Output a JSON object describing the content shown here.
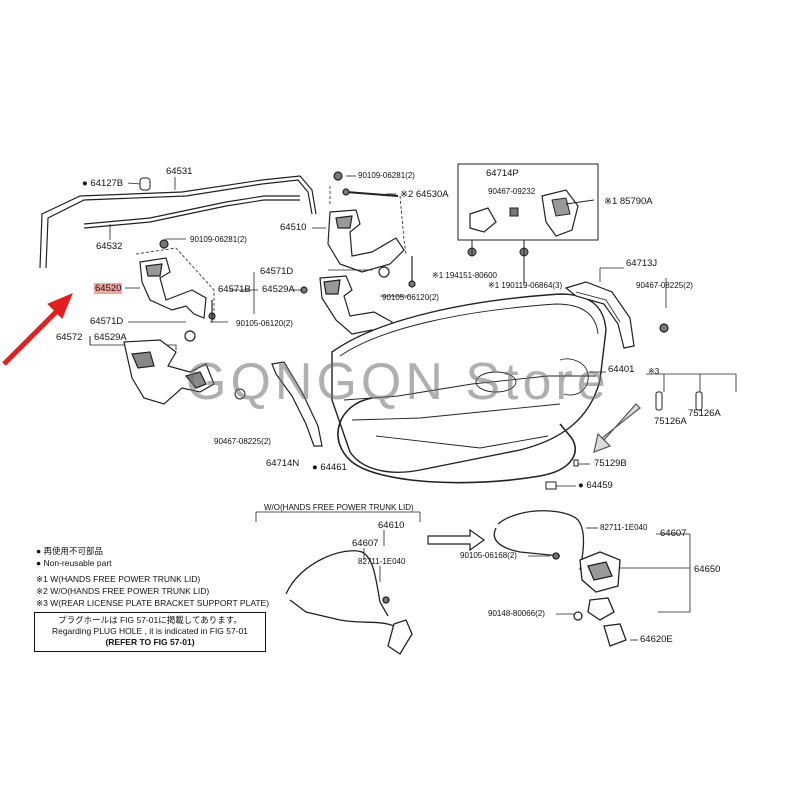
{
  "watermark": "GQNGQN Store",
  "labels": {
    "p64127B": "64127B",
    "p64531": "64531",
    "p64532": "64532",
    "p90109a": "90109-06281(2)",
    "p64520": "64520",
    "p64571Da": "64571D",
    "p64572": "64572",
    "p64529Aa": "64529A",
    "p64571Db": "64571D",
    "p64571B": "64571B",
    "p64529Ab": "64529A",
    "p90105a": "90105-06120(2)",
    "p90105b": "90105-06120(2)",
    "p90109b": "90109-06281(2)",
    "p64530A": "64530A",
    "p64510": "64510",
    "p64714P": "64714P",
    "p90467a": "90467-09232",
    "p85790A": "85790A",
    "p194151": "194151-80600",
    "p190119": "190119-06864(3)",
    "p64713J": "64713J",
    "p90467b": "90467-08225(2)",
    "p64401": "64401",
    "p3": "3",
    "p75126A": "75126A",
    "p75126Ab": "75126A",
    "p75129B": "75129B",
    "p64459": "64459",
    "p64461": "64461",
    "p90467c": "90467-08225(2)",
    "p64714N": "64714N",
    "woHeading": "W/O(HANDS FREE POWER TRUNK LID)",
    "p64610": "64610",
    "p64607a": "64607",
    "p82711a": "82711-1E040",
    "p82711b": "82711-1E040",
    "p64607b": "64607",
    "p90105c": "90105-06168(2)",
    "p64650": "64650",
    "p90148": "90148-80066(2)",
    "p64620E": "64620E"
  },
  "legend": {
    "reuse_jp": "● 再使用不可部品",
    "reuse_en": "● Non-reusable part",
    "note1": "※1 W(HANDS FREE POWER TRUNK LID)",
    "note2": "※2 W/O(HANDS FREE POWER TRUNK LID)",
    "note3": "※3 W(REAR LICENSE PLATE BRACKET SUPPORT PLATE)"
  },
  "notebox": {
    "line1": "プラグホールは FIG 57-01に掲載してあります。",
    "line2": "Regarding  PLUG HOLE , it is indicated in FIG  57-01",
    "line3": "(REFER TO FIG 57-01)"
  },
  "colors": {
    "highlight": "#f4a3a3",
    "arrow": "#e02020",
    "ink": "#111111"
  }
}
